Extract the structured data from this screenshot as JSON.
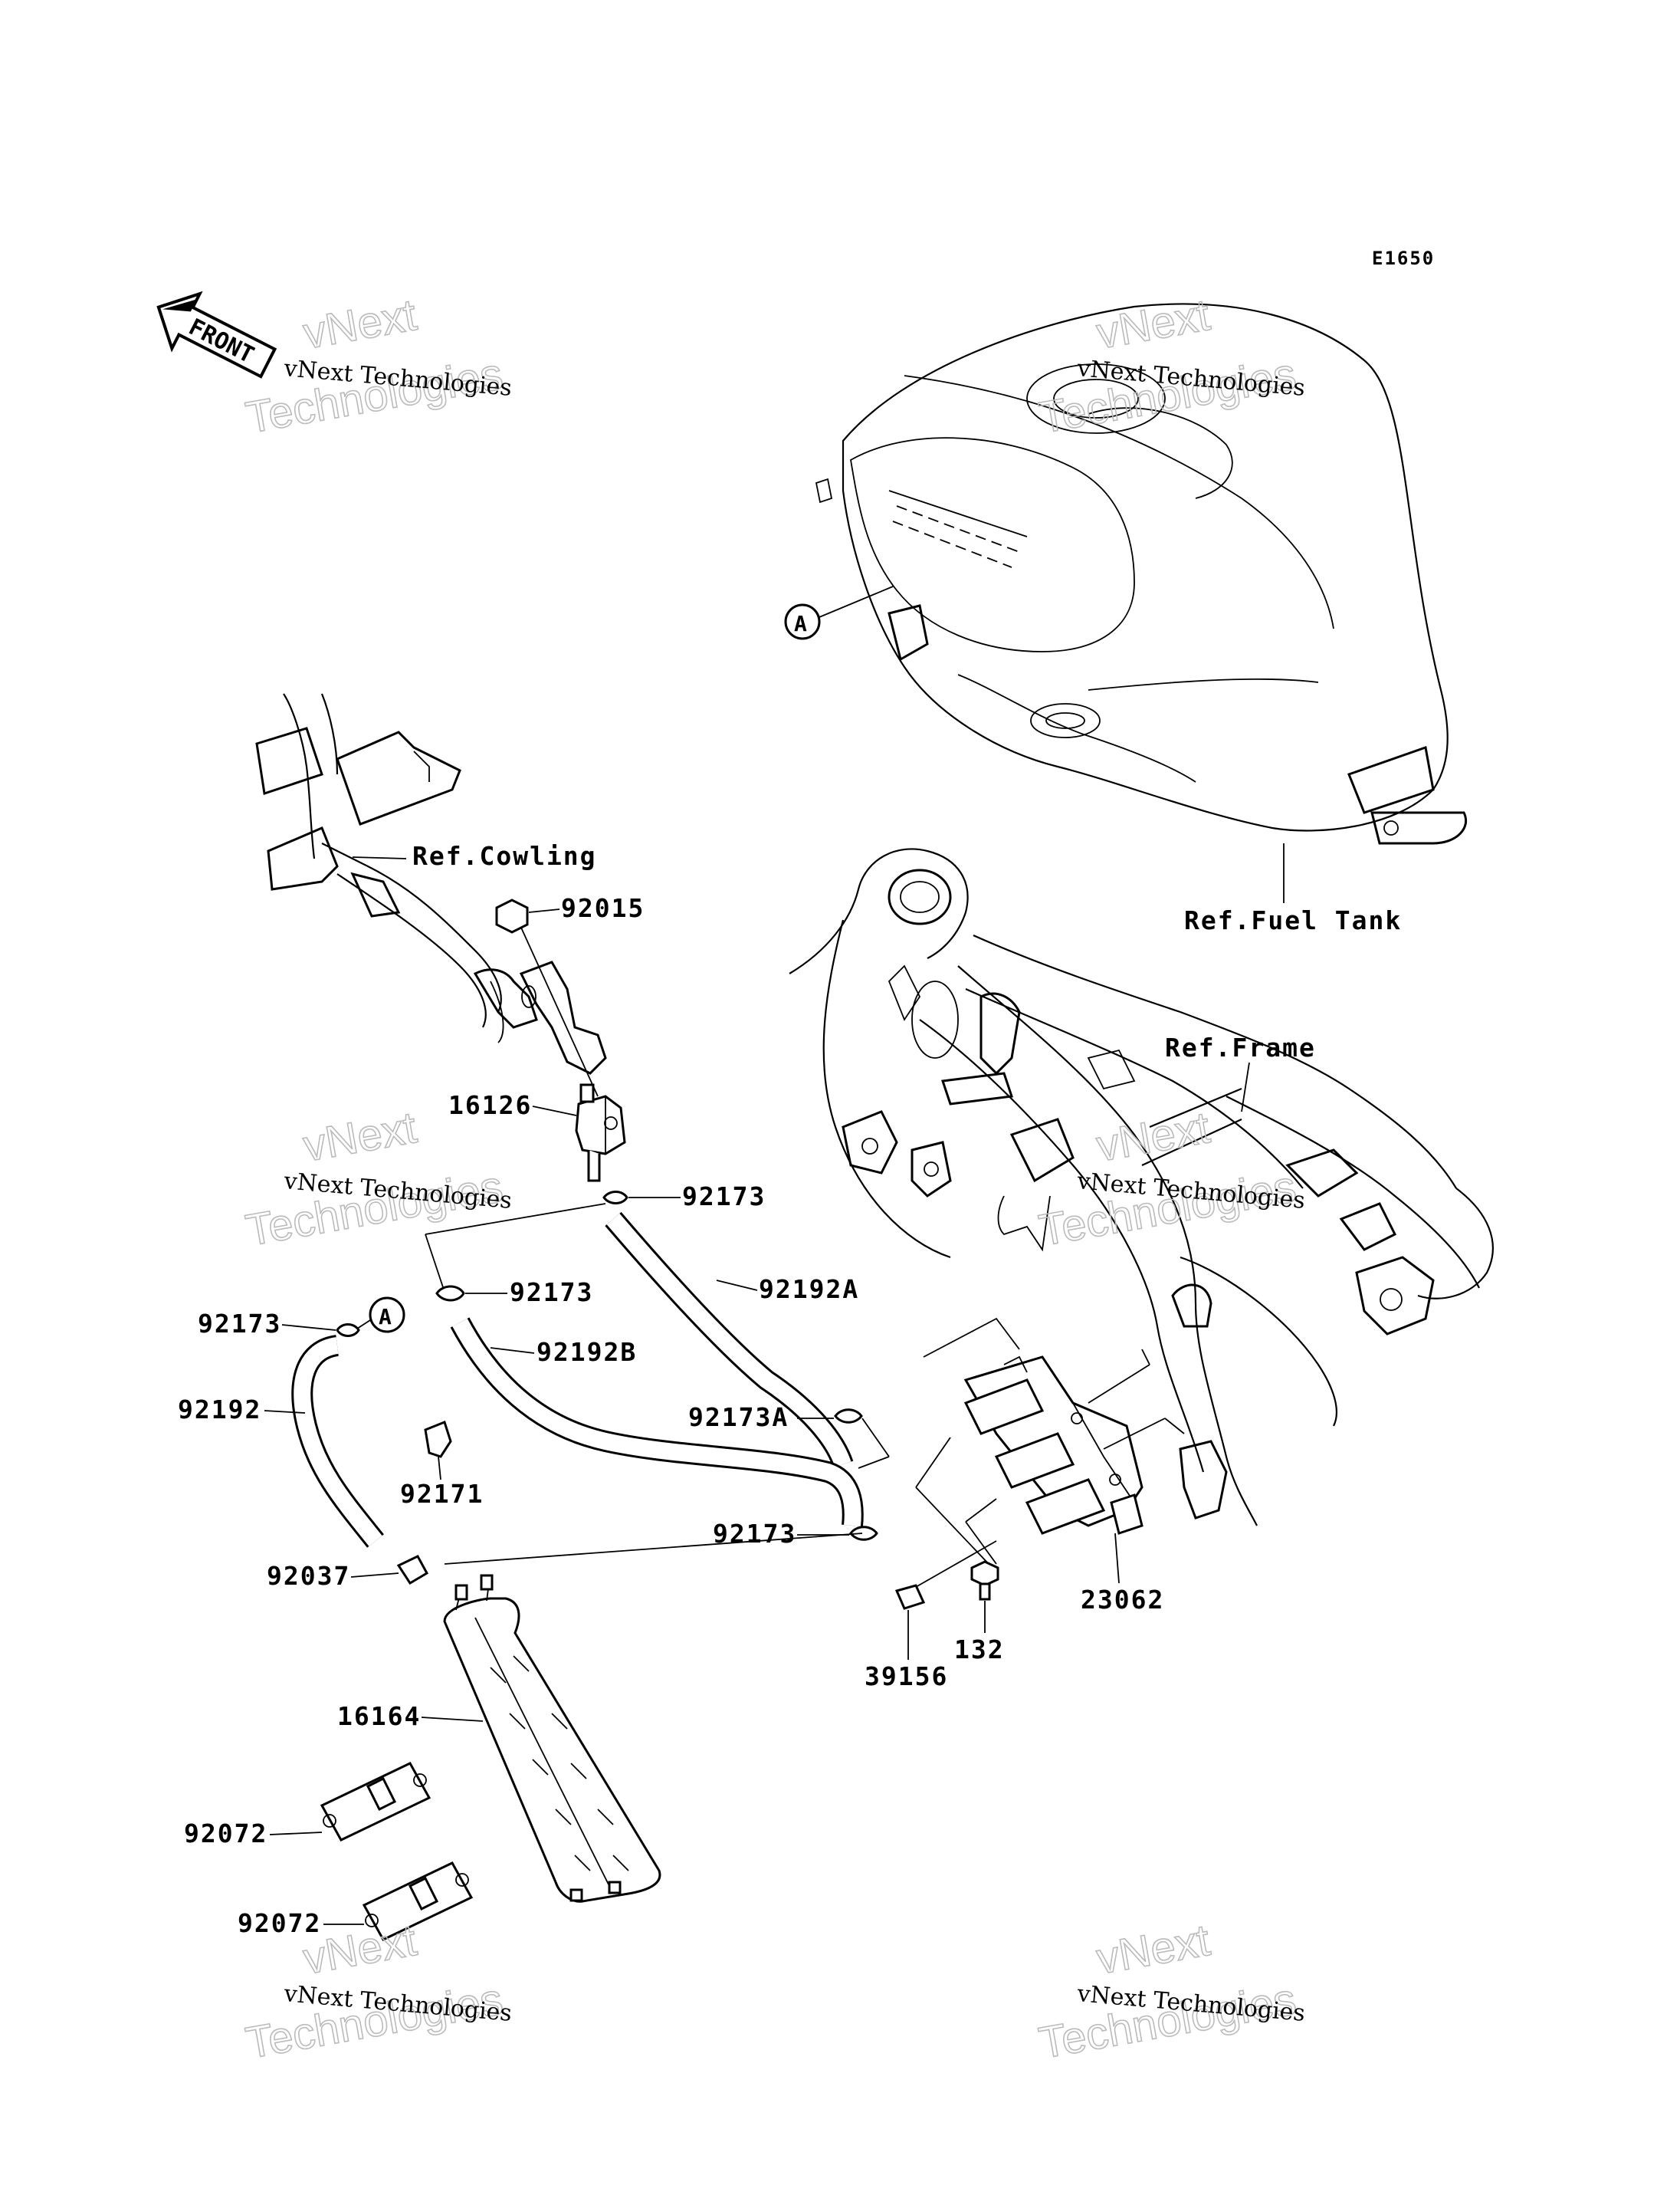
{
  "diagram_code": "E1650",
  "front_arrow_label": "FRONT",
  "references": {
    "cowling": "Ref.Cowling",
    "fuel_tank": "Ref.Fuel Tank",
    "frame": "Ref.Frame"
  },
  "callout_marker": "A",
  "parts": {
    "p92015": "92015",
    "p16126": "16126",
    "p92173_top": "92173",
    "p92173_mid": "92173",
    "p92173_left": "92173",
    "p92173_low": "92173",
    "p92192A": "92192A",
    "p92192B": "92192B",
    "p92173A": "92173A",
    "p92192": "92192",
    "p92171": "92171",
    "p92037": "92037",
    "p16164": "16164",
    "p92072_a": "92072",
    "p92072_b": "92072",
    "p23062": "23062",
    "p132": "132",
    "p39156": "39156"
  },
  "watermark": {
    "line1": "vNext Technologies",
    "line2": "vNext",
    "line3": "Technologies"
  }
}
